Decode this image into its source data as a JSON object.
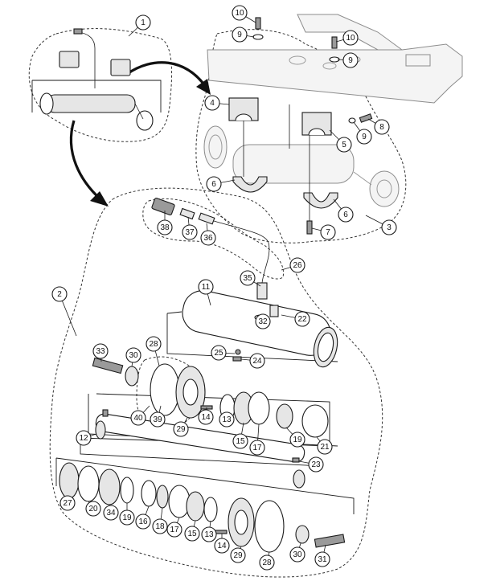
{
  "diagram": {
    "callouts": [
      {
        "id": "1",
        "label": "1"
      },
      {
        "id": "2",
        "label": "2"
      },
      {
        "id": "3",
        "label": "3"
      },
      {
        "id": "4",
        "label": "4"
      },
      {
        "id": "5",
        "label": "5"
      },
      {
        "id": "6a",
        "label": "6"
      },
      {
        "id": "6b",
        "label": "6"
      },
      {
        "id": "7",
        "label": "7"
      },
      {
        "id": "8",
        "label": "8"
      },
      {
        "id": "9a",
        "label": "9"
      },
      {
        "id": "9b",
        "label": "9"
      },
      {
        "id": "9c",
        "label": "9"
      },
      {
        "id": "10a",
        "label": "10"
      },
      {
        "id": "10b",
        "label": "10"
      },
      {
        "id": "11",
        "label": "11"
      },
      {
        "id": "12",
        "label": "12"
      },
      {
        "id": "13a",
        "label": "13"
      },
      {
        "id": "13b",
        "label": "13"
      },
      {
        "id": "14a",
        "label": "14"
      },
      {
        "id": "14b",
        "label": "14"
      },
      {
        "id": "15a",
        "label": "15"
      },
      {
        "id": "15b",
        "label": "15"
      },
      {
        "id": "16",
        "label": "16"
      },
      {
        "id": "17a",
        "label": "17"
      },
      {
        "id": "17b",
        "label": "17"
      },
      {
        "id": "18",
        "label": "18"
      },
      {
        "id": "19a",
        "label": "19"
      },
      {
        "id": "19b",
        "label": "19"
      },
      {
        "id": "20",
        "label": "20"
      },
      {
        "id": "21",
        "label": "21"
      },
      {
        "id": "22",
        "label": "22"
      },
      {
        "id": "23",
        "label": "23"
      },
      {
        "id": "24",
        "label": "24"
      },
      {
        "id": "25",
        "label": "25"
      },
      {
        "id": "26",
        "label": "26"
      },
      {
        "id": "27",
        "label": "27"
      },
      {
        "id": "28a",
        "label": "28"
      },
      {
        "id": "28b",
        "label": "28"
      },
      {
        "id": "29a",
        "label": "29"
      },
      {
        "id": "29b",
        "label": "29"
      },
      {
        "id": "30a",
        "label": "30"
      },
      {
        "id": "30b",
        "label": "30"
      },
      {
        "id": "31",
        "label": "31"
      },
      {
        "id": "32",
        "label": "32"
      },
      {
        "id": "33",
        "label": "33"
      },
      {
        "id": "34",
        "label": "34"
      },
      {
        "id": "35",
        "label": "35"
      },
      {
        "id": "36",
        "label": "36"
      },
      {
        "id": "37",
        "label": "37"
      },
      {
        "id": "38",
        "label": "38"
      },
      {
        "id": "39",
        "label": "39"
      },
      {
        "id": "40",
        "label": "40"
      }
    ]
  }
}
